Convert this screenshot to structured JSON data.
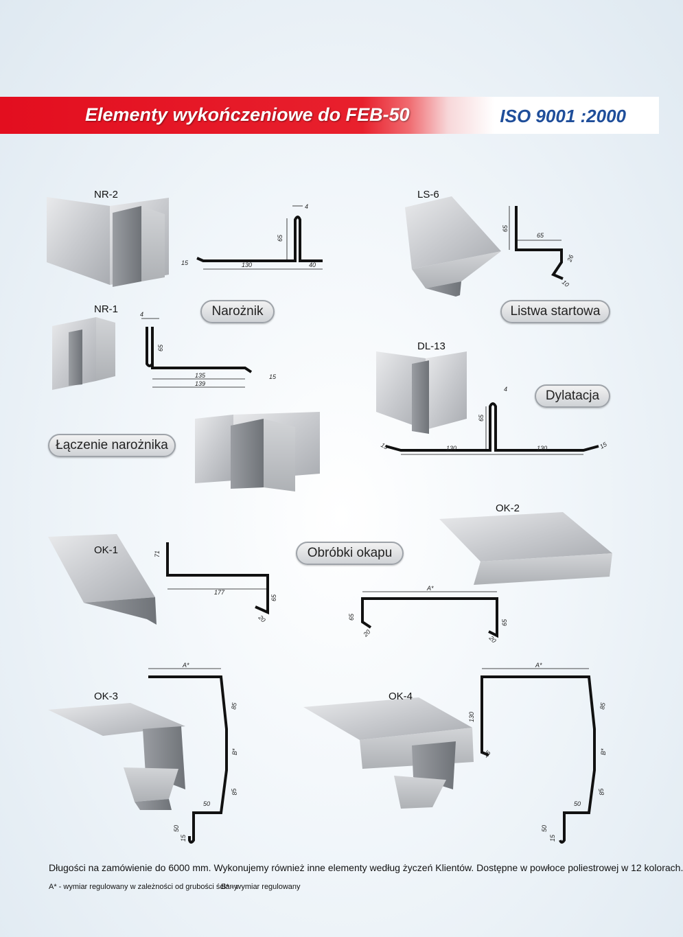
{
  "header": {
    "title": "Elementy wykończeniowe do FEB-50",
    "iso": "ISO 9001 :2000",
    "colors": {
      "banner_red": "#e30e1f",
      "iso_blue": "#1f4e9a"
    }
  },
  "products": {
    "nr2": "NR-2",
    "nr1": "NR-1",
    "ls6": "LS-6",
    "dl13": "DL-13",
    "ok1": "OK-1",
    "ok2": "OK-2",
    "ok3": "OK-3",
    "ok4": "OK-4"
  },
  "categories": {
    "naroznik": "Narożnik",
    "listwa": "Listwa startowa",
    "dylatacja": "Dylatacja",
    "laczenie": "Łączenie narożnika",
    "obrobki": "Obróbki okapu"
  },
  "dimensions": {
    "nr2": {
      "d4": "4",
      "d65": "65",
      "d15": "15",
      "d130": "130",
      "d40": "40"
    },
    "ls6": {
      "d65a": "65",
      "d65b": "65",
      "d26": "26",
      "d10": "10"
    },
    "nr1": {
      "d4": "4",
      "d65": "65",
      "d135": "135",
      "d139": "139",
      "d15": "15"
    },
    "dl13": {
      "d4": "4",
      "d65": "65",
      "d15a": "15",
      "d130a": "130",
      "d130b": "130",
      "d15b": "15"
    },
    "ok1": {
      "d71": "71",
      "d177": "177",
      "d65": "65",
      "d20": "20"
    },
    "ok2": {
      "dA": "A*",
      "d65a": "65",
      "d20a": "20",
      "d65b": "65",
      "d20b": "20"
    },
    "ok3": {
      "dA": "A*",
      "d85a": "85",
      "dB": "B*",
      "d85b": "85",
      "d50a": "50",
      "d50b": "50",
      "d15": "15"
    },
    "ok4": {
      "dA": "A*",
      "d130": "130",
      "d15a": "15",
      "d85a": "85",
      "dB": "B*",
      "d85b": "85",
      "d50a": "50",
      "d50b": "50",
      "d15b": "15"
    }
  },
  "footer": {
    "line1": "Długości na zamówienie do 6000 mm. Wykonujemy również inne elementy według życzeń Klientów. Dostępne w powłoce poliestrowej w 12 kolorach.",
    "note_a": "A* - wymiar regulowany w zależności od grubości ściany",
    "note_b": "B* - wymiar regulowany"
  }
}
